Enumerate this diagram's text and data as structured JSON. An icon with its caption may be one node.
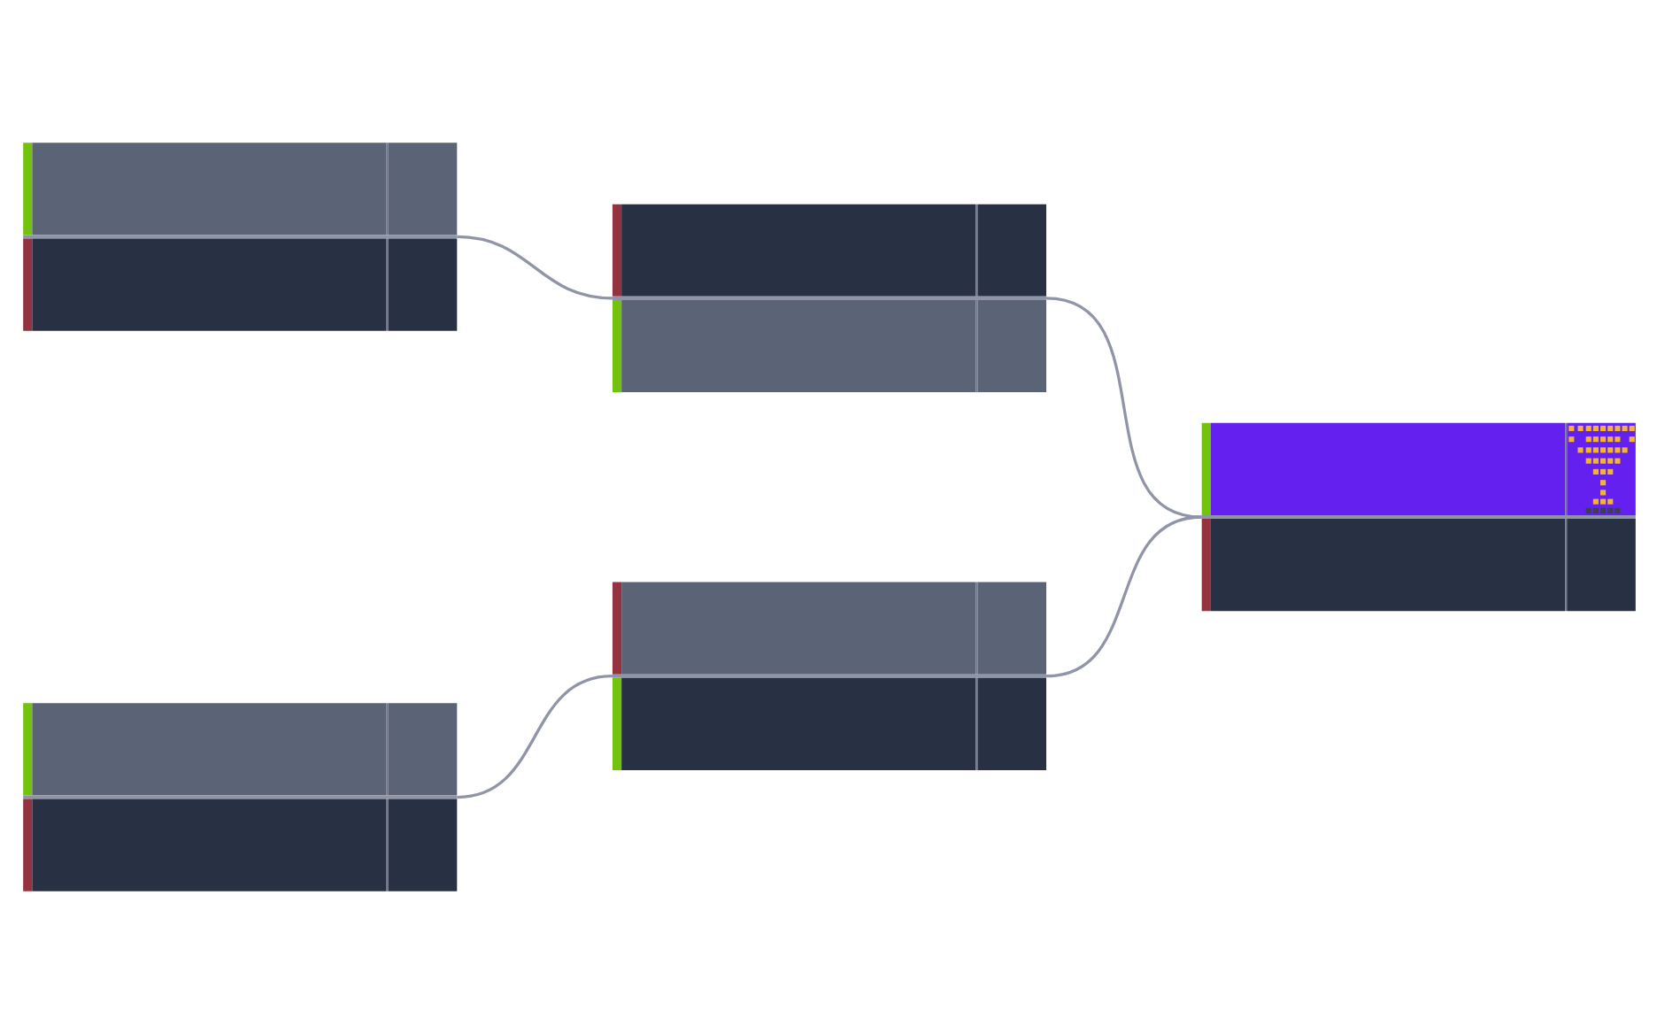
{
  "diagram": {
    "nodes": [
      {
        "text": [],
        "shape": "box"
      },
      {
        "text": [],
        "shape": "box"
      },
      {
        "text": [],
        "shape": "box"
      },
      {
        "text": [],
        "shape": "box"
      },
      {
        "text": [],
        "shape": "box"
      }
    ],
    "edges": [
      {
        "from": 0,
        "to": 1,
        "arrow": "none"
      },
      {
        "from": 1,
        "to": 2,
        "arrow": "none"
      },
      {
        "from": 3,
        "to": 2,
        "arrow": "none"
      },
      {
        "from": 4,
        "to": 3,
        "arrow": "none"
      }
    ]
  }
}
